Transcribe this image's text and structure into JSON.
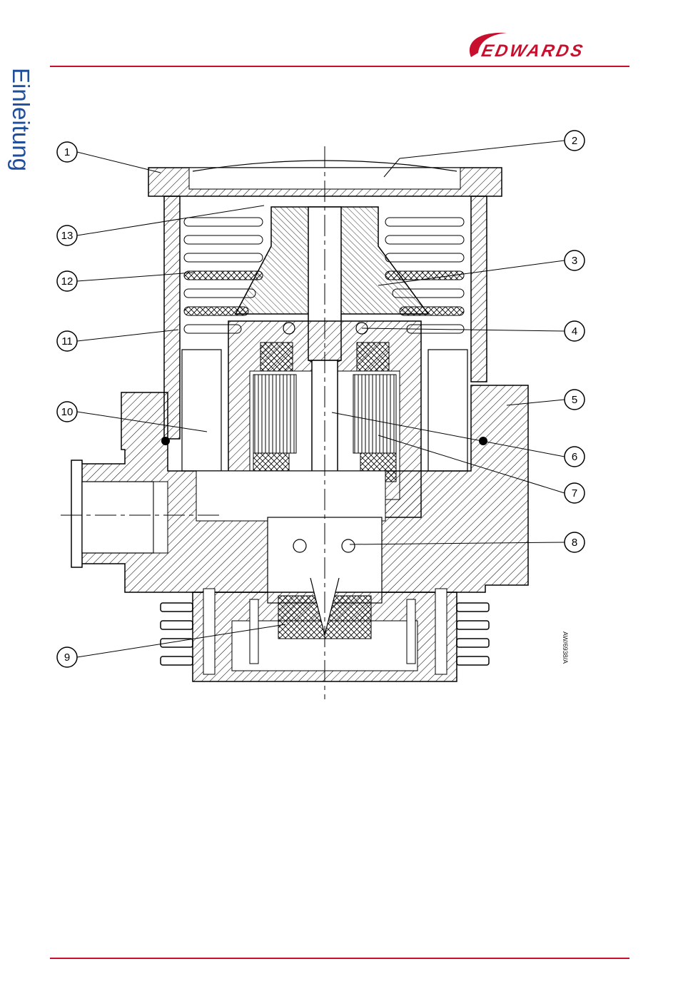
{
  "header": {
    "brand": "EDWARDS",
    "brand_color": "#c8102e",
    "section_title": "Einleitung",
    "section_color": "#1f4e9a"
  },
  "figure": {
    "callouts": [
      "1",
      "2",
      "3",
      "4",
      "5",
      "6",
      "7",
      "8",
      "9",
      "10",
      "11",
      "12",
      "13"
    ],
    "drawing_ref": "AW/6938/A"
  }
}
